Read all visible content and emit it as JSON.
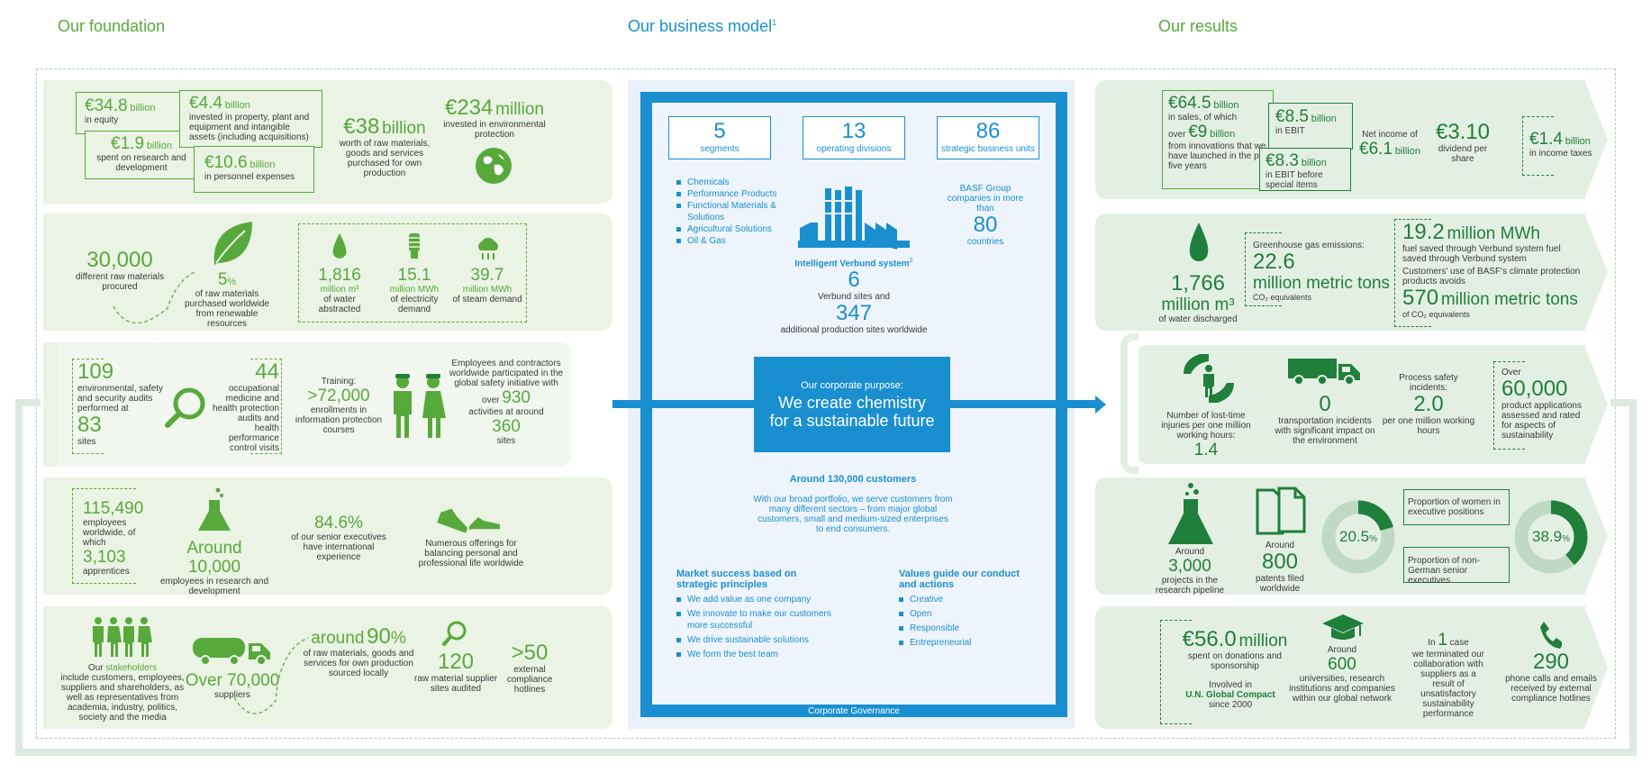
{
  "titles": {
    "foundation": "Our foundation",
    "business_model": "Our business model",
    "business_model_sup": "1",
    "results": "Our results"
  },
  "colors": {
    "green": "#58a93c",
    "dark_green": "#1f7f3b",
    "blue": "#1a8fd0",
    "panel_green": "#eaf3e4"
  },
  "foundation": {
    "row1": {
      "equity_value": "€34.8",
      "equity_unit": "billion",
      "equity_label": "in equity",
      "research_value": "€1.9",
      "research_unit": "billion",
      "research_label": "spent on research and development",
      "invested_value": "€4.4",
      "invested_unit": "billion",
      "invested_label": "invested in property, plant and equipment and intangible assets (including acquisitions)",
      "personnel_value": "€10.6",
      "personnel_unit": "billion",
      "personnel_label": "in personnel expenses",
      "raw_value": "€38",
      "raw_unit": "billion",
      "raw_label": "worth of raw materials, goods and services purchased for own production",
      "env_value": "€234",
      "env_unit": "million",
      "env_label": "invested in environmental protection"
    },
    "row2": {
      "raw_count": "30,000",
      "raw_count_label": "different raw materials procured",
      "renew_value": "5",
      "renew_unit": "%",
      "renew_label": "of raw materials purchased worldwide from renewable resources",
      "water_value": "1,816",
      "water_unit": "million m³",
      "water_label": "of water abstracted",
      "elec_value": "15.1",
      "elec_unit": "million MWh",
      "elec_label": "of electricity demand",
      "steam_value": "39.7",
      "steam_unit": "million MWh",
      "steam_label": "of steam demand"
    },
    "row3": {
      "audits_value": "109",
      "audits_label": "environmental, safety and security audits performed at",
      "sites_value": "83",
      "sites_label": "sites",
      "health_value": "44",
      "health_label": "occupational medicine and health protection audits and health performance control visits",
      "training_label": "Training:",
      "training_value": ">72,000",
      "training_desc": "enrollments in information protection courses",
      "safety_label": "Employees and contractors worldwide participated in the global safety initiative with",
      "safety_over": "over",
      "safety_value": "930",
      "safety_activities": "activities at around",
      "safety_sites_value": "360",
      "safety_sites_label": "sites"
    },
    "row4": {
      "employees_value": "115,490",
      "employees_label": "employees worldwide, of which",
      "apprentices_value": "3,103",
      "apprentices_label": "apprentices",
      "rnd_value": "Around 10,000",
      "rnd_label": "employees in research and development",
      "intl_value": "84.6%",
      "intl_label": "of our senior executives have international experience",
      "offerings_label": "Numerous offerings for balancing personal and professional life worldwide"
    },
    "row5": {
      "stakeholders_prefix": "Our",
      "stakeholders_word": "stakeholders",
      "stakeholders_label": "include customers, employees, suppliers and shareholders, as well as representatives from academia, industry, politics, society and the media",
      "suppliers_value": "Over 70,000",
      "suppliers_label": "suppliers",
      "local_prefix": "around",
      "local_value": "90",
      "local_unit": "%",
      "local_label": "of raw materials, goods and services for own production sourced locally",
      "audited_value": "120",
      "audited_label": "raw material supplier sites audited",
      "hotline_value": ">50",
      "hotline_label": "external compliance hotlines"
    }
  },
  "business": {
    "segments_value": "5",
    "segments_label": "segments",
    "divisions_value": "13",
    "divisions_label": "operating divisions",
    "units_value": "86",
    "units_label": "strategic business units",
    "segment_list": [
      "Chemicals",
      "Performance Products",
      "Functional Materials & Solutions",
      "Agricultural Solutions",
      "Oil & Gas"
    ],
    "companies_label": "BASF Group companies in more than",
    "countries_value": "80",
    "countries_label": "countries",
    "verbund_title": "Intelligent Verbund system",
    "verbund_sup": "2",
    "verbund_value": "6",
    "verbund_label": "Verbund sites and",
    "production_value": "347",
    "production_label": "additional production sites worldwide",
    "purpose_label": "Our corporate purpose:",
    "purpose_line1": "We create chemistry",
    "purpose_line2": "for a sustainable future",
    "customers_title": "Around 130,000 customers",
    "customers_text": "With our broad portfolio, we serve customers from many different sectors – from major global customers, small and medium-sized enterprises to end consumers.",
    "strategic_title": "Market success based on strategic principles",
    "strategic_list": [
      "We add value as one company",
      "We innovate to make our customers more successful",
      "We drive sustainable solutions",
      "We form the best team"
    ],
    "values_title": "Values guide our conduct and actions",
    "values_list": [
      "Creative",
      "Open",
      "Responsible",
      "Entrepreneurial"
    ],
    "governance": "Corporate Governance"
  },
  "results": {
    "row1": {
      "sales_value": "€64.5",
      "sales_unit": "billion",
      "sales_label": "in sales, of which",
      "innov_over": "over",
      "innov_value": "€9",
      "innov_unit": "billion",
      "innov_label": "from innovations that we have launched in the past five years",
      "ebit_value": "€8.5",
      "ebit_unit": "billion",
      "ebit_label": "in EBIT",
      "ebit_special_value": "€8.3",
      "ebit_special_unit": "billion",
      "ebit_special_label": "in EBIT before special items",
      "net_label": "Net income of",
      "net_value": "€6.1",
      "net_unit": "billion",
      "dividend_value": "€3.10",
      "dividend_label": "dividend per share",
      "taxes_value": "€1.4",
      "taxes_unit": "billion",
      "taxes_label": "in income taxes"
    },
    "row2": {
      "water_value": "1,766",
      "water_unit": "million m³",
      "water_label": "of water discharged",
      "ghg_label": "Greenhouse gas emissions:",
      "ghg_value": "22.6",
      "ghg_unit": "million metric tons",
      "ghg_sub": "CO₂ equivalents",
      "fuel_value": "19.2",
      "fuel_unit": "million MWh",
      "fuel_label": "fuel saved through Verbund system fuel saved through Verbund system",
      "climate_label": "Customers' use of BASF's climate protection products avoids",
      "climate_value": "570",
      "climate_unit": "million metric tons",
      "climate_sub": "of CO₂ equivalents"
    },
    "row3": {
      "injury_label": "Number of lost-time injuries per one million working hours:",
      "injury_value": "1.4",
      "transport_value": "0",
      "transport_label": "transportation incidents with significant impact on the environment",
      "process_label": "Process safety incidents:",
      "process_value": "2.0",
      "process_sub": "per one million working hours",
      "apps_over": "Over",
      "apps_value": "60,000",
      "apps_label": "product applications assessed and rated for aspects of sustainability"
    },
    "row4": {
      "projects_prefix": "Around",
      "projects_value": "3,000",
      "projects_label": "projects in the research pipeline",
      "patents_prefix": "Around",
      "patents_value": "800",
      "patents_label": "patents filed worldwide",
      "women_value": "20.5",
      "women_pct": 20.5,
      "women_label": "Proportion of women in executive positions",
      "nongerman_value": "38.9",
      "nongerman_pct": 38.9,
      "nongerman_label": "Proportion of non-German senior executives",
      "percent": "%"
    },
    "row5": {
      "donations_value": "€56.0",
      "donations_unit": "million",
      "donations_label": "spent on donations and sponsorship",
      "compact_prefix": "Involved in",
      "compact_name": "U.N. Global Compact",
      "compact_since": "since 2000",
      "unis_prefix": "Around",
      "unis_value": "600",
      "unis_label": "universities, research institutions and companies within our global network",
      "case_prefix": "In",
      "case_value": "1",
      "case_word": "case",
      "case_label": "we terminated our collaboration with suppliers as a result of unsatisfactory sustainability performance",
      "calls_value": "290",
      "calls_label": "phone calls and emails received by external compliance hotlines"
    }
  }
}
